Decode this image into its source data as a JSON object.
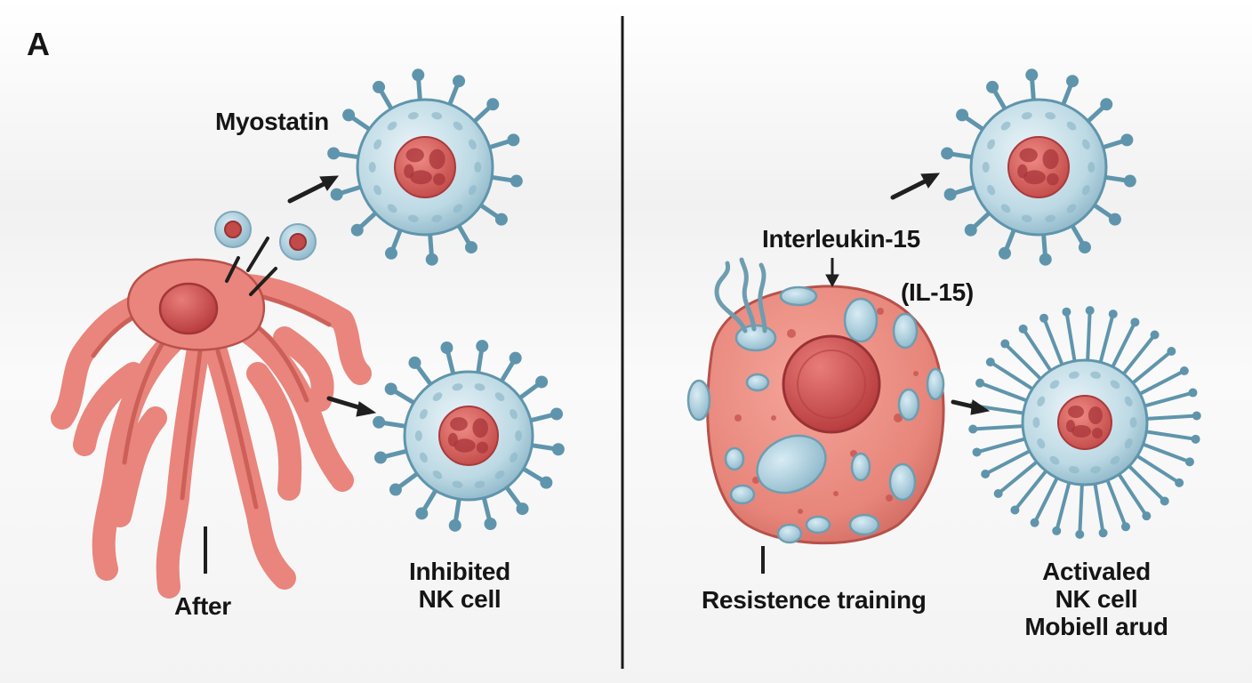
{
  "panel_label": "A",
  "left_panel": {
    "myostatin_label": "Myostatin",
    "after_label": "After",
    "inhibited_label_line1": "Inhibited",
    "inhibited_label_line2": "NK cell"
  },
  "right_panel": {
    "interleukin_label": "Interleukin-15",
    "il15_abbrev": "(IL-15)",
    "training_label": "Resistence training",
    "activated_label_line1": "Activaled",
    "activated_label_line2": "NK cell",
    "activated_label_line3": "Mobiell arud"
  },
  "colors": {
    "muscle_fill": "#e9857c",
    "muscle_dark": "#c85a52",
    "nucleus": "#c8504e",
    "nk_membrane": "#c7dfe8",
    "nk_spike": "#5f95ac",
    "arrow": "#1f1f1f"
  }
}
